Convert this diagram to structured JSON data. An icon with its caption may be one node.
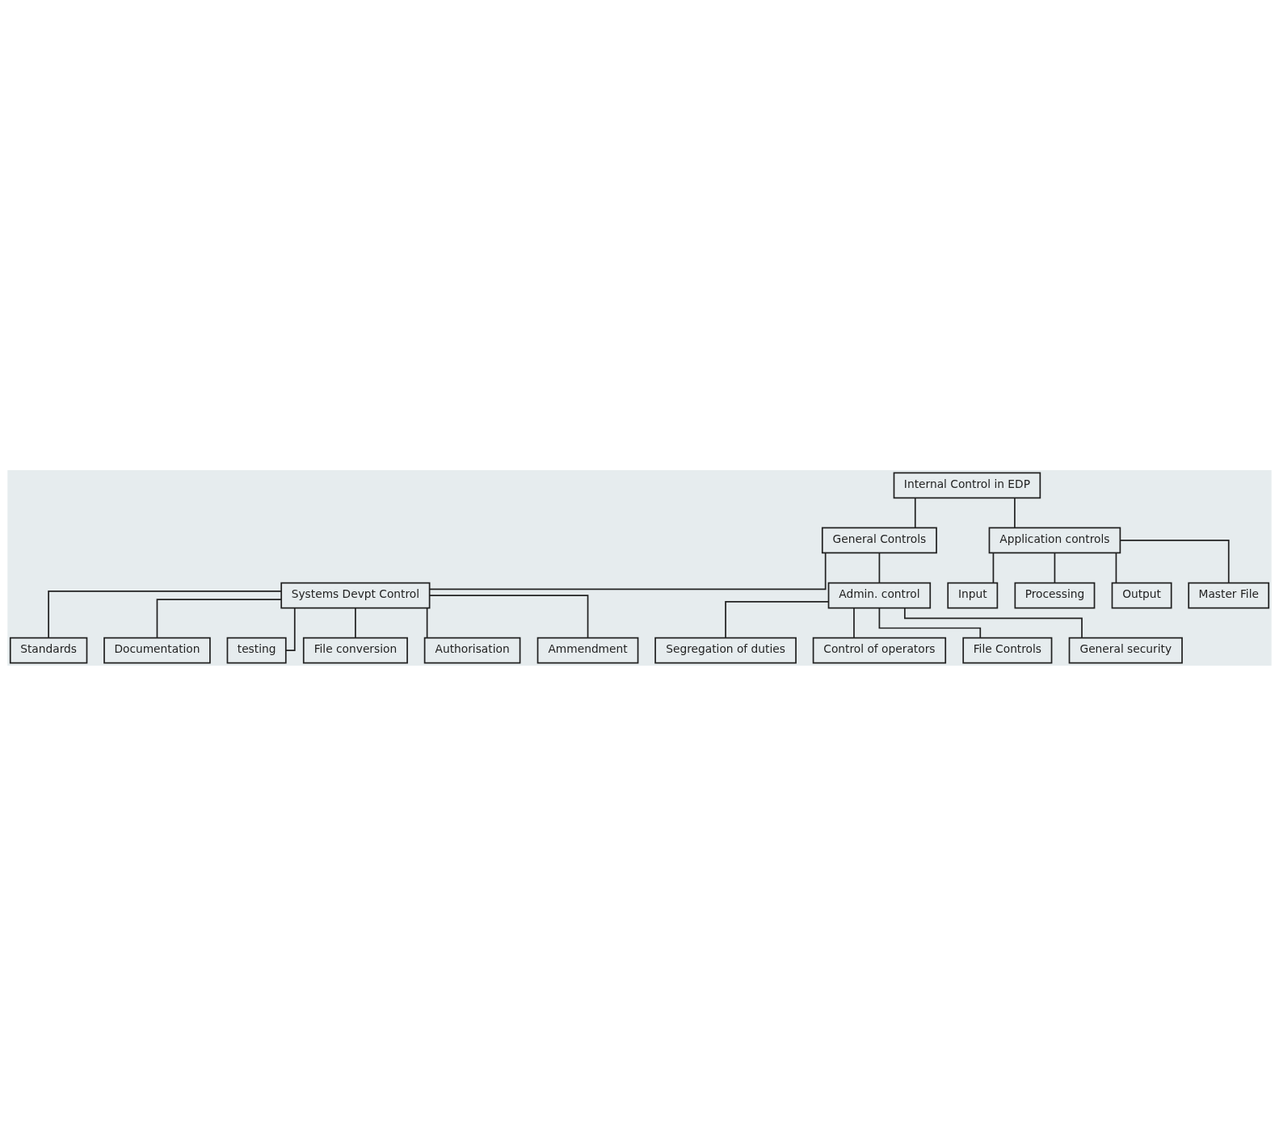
{
  "diagram": {
    "nodes": [
      {
        "text": [
          "Internal Control in EDP"
        ]
      },
      {
        "text": [
          "General Controls"
        ]
      },
      {
        "text": [
          "Application controls"
        ]
      },
      {
        "text": [
          "Input"
        ]
      },
      {
        "text": [
          "Processing"
        ]
      },
      {
        "text": [
          "Output"
        ]
      },
      {
        "text": [
          "Master File"
        ]
      },
      {
        "text": [
          "Systems Devpt Control"
        ]
      },
      {
        "text": [
          "Admin. control"
        ]
      },
      {
        "text": [
          "Segregation of duties"
        ]
      },
      {
        "text": [
          "Control of operators"
        ]
      },
      {
        "text": [
          "File Controls"
        ]
      },
      {
        "text": [
          "General security"
        ]
      },
      {
        "text": [
          "Standards"
        ]
      },
      {
        "text": [
          "Documentation"
        ]
      },
      {
        "text": [
          "testing"
        ]
      },
      {
        "text": [
          "File conversion"
        ]
      },
      {
        "text": [
          "Authorisation"
        ]
      },
      {
        "text": [
          "Ammendment"
        ]
      }
    ],
    "edges": [
      {
        "from": 0,
        "to": 1,
        "arrow": "none"
      },
      {
        "from": 0,
        "to": 2,
        "arrow": "none"
      },
      {
        "from": 2,
        "to": 3,
        "arrow": "none"
      },
      {
        "from": 2,
        "to": 4,
        "arrow": "none"
      },
      {
        "from": 2,
        "to": 5,
        "arrow": "none"
      },
      {
        "from": 2,
        "to": 6,
        "arrow": "none"
      },
      {
        "from": 1,
        "to": 7,
        "arrow": "none"
      },
      {
        "from": 1,
        "to": 8,
        "arrow": "none"
      },
      {
        "from": 8,
        "to": 9,
        "arrow": "none"
      },
      {
        "from": 8,
        "to": 10,
        "arrow": "none"
      },
      {
        "from": 8,
        "to": 11,
        "arrow": "none"
      },
      {
        "from": 8,
        "to": 12,
        "arrow": "none"
      },
      {
        "from": 7,
        "to": 13,
        "arrow": "none"
      },
      {
        "from": 7,
        "to": 14,
        "arrow": "none"
      },
      {
        "from": 7,
        "to": 15,
        "arrow": "none"
      },
      {
        "from": 7,
        "to": 16,
        "arrow": "none"
      },
      {
        "from": 7,
        "to": 17,
        "arrow": "none"
      },
      {
        "from": 7,
        "to": 18,
        "arrow": "none"
      }
    ]
  }
}
